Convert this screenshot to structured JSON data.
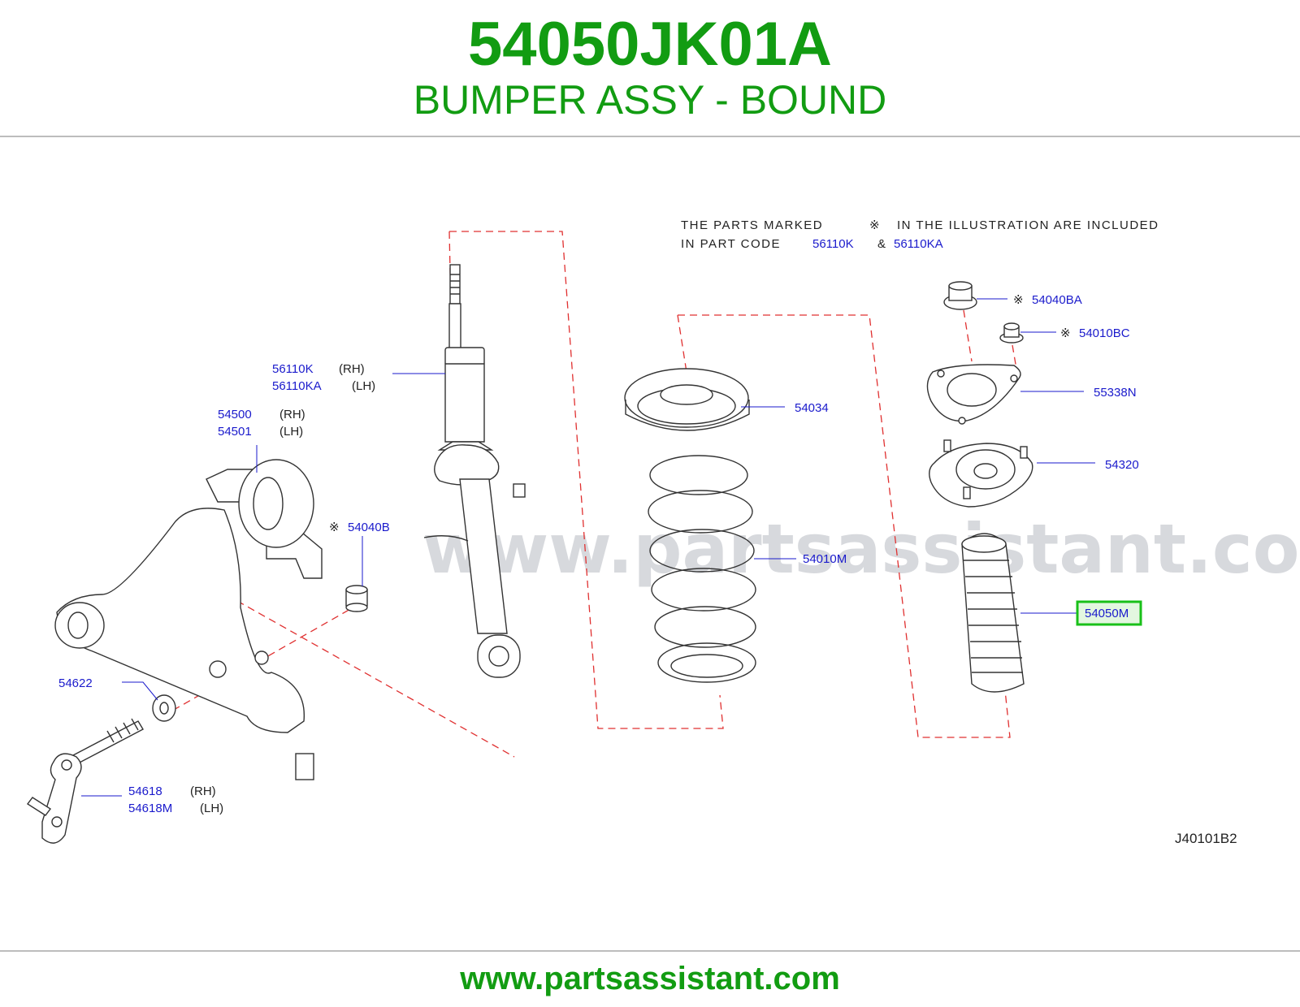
{
  "header": {
    "part_number": "54050JK01A",
    "part_name": "BUMPER ASSY - BOUND"
  },
  "note": {
    "line1_a": "THE PARTS MARKED",
    "mark": "※",
    "line1_b": "IN THE ILLUSTRATION ARE INCLUDED",
    "line2_a": "IN PART CODE",
    "code1": "56110K",
    "amp": "&",
    "code2": "56110KA"
  },
  "watermark": "www.partsassistant.com",
  "callouts": {
    "c56110k": "56110K",
    "c56110k_side": "(RH)",
    "c56110ka": "56110KA",
    "c56110ka_side": "(LH)",
    "c54500": "54500",
    "c54500_side": "(RH)",
    "c54501": "54501",
    "c54501_side": "(LH)",
    "c54040b_mark": "※",
    "c54040b": "54040B",
    "c54622": "54622",
    "c54618": "54618",
    "c54618_side": "(RH)",
    "c54618m": "54618M",
    "c54618m_side": "(LH)",
    "c54034": "54034",
    "c54010m": "54010M",
    "c54040ba_mark": "※",
    "c54040ba": "54040BA",
    "c54010bc_mark": "※",
    "c54010bc": "54010BC",
    "c55338n": "55338N",
    "c54320": "54320",
    "c54050m": "54050M"
  },
  "highlight_color": "#19c019",
  "diagram_code": "J40101B2",
  "footer": {
    "url": "www.partsassistant.com"
  }
}
